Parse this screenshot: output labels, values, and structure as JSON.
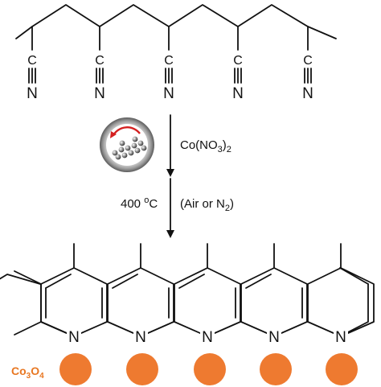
{
  "top_polymer": {
    "nitrile_atoms": {
      "c": "C",
      "n": "N"
    },
    "nitrile_count": 5
  },
  "step1": {
    "reagent_main": "Co(NO",
    "reagent_sub": "3",
    "reagent_close": ")",
    "reagent_sub2": "2"
  },
  "step2": {
    "temperature_value": "400 ",
    "temperature_sup": "o",
    "temperature_unit": "C",
    "atmosphere_main": "(Air or N",
    "atmosphere_sub": "2",
    "atmosphere_close": ")"
  },
  "bottom_product": {
    "ring_atom": "N",
    "nitrogen_count": 5
  },
  "oxide": {
    "co_label": "Co",
    "co_sub1": "3",
    "o_label": "O",
    "co_sub2": "4",
    "particle_count": 5
  },
  "colors": {
    "oxide_particle": "#ee7a30",
    "oxide_label": "#e87722",
    "arrow_red": "#d42020",
    "bond": "#111111"
  },
  "icons": {
    "fiber_icon": "fiber-cross-section-icon"
  }
}
